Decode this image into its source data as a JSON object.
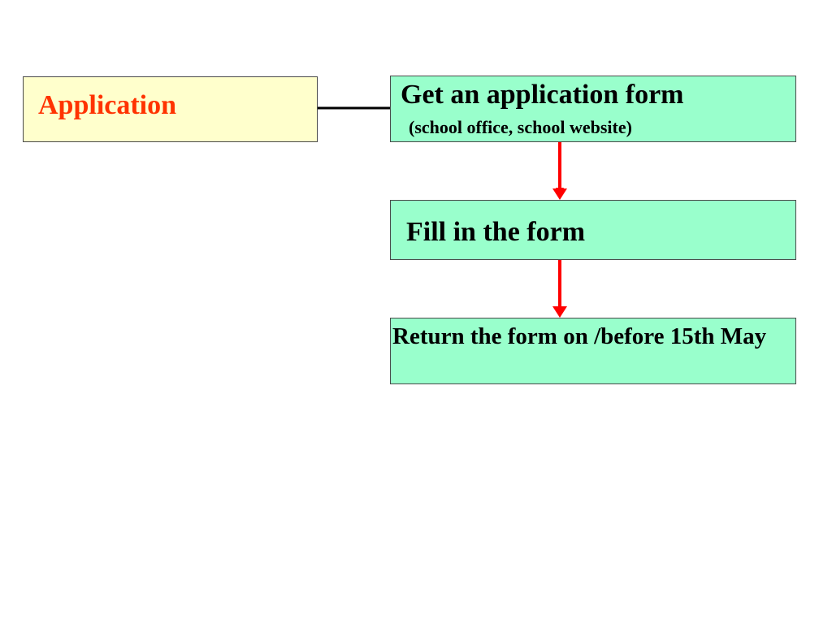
{
  "diagram": {
    "root": {
      "label": "Application"
    },
    "steps": [
      {
        "label": "Get an application form",
        "sublabel": "(school office, school website)"
      },
      {
        "label": "Fill in the form"
      },
      {
        "label": "Return the form on /before 15th May"
      }
    ],
    "colors": {
      "root_fill": "#ffffcc",
      "root_text": "#ff3300",
      "step_fill": "#99ffcc",
      "arrow": "#ff0000",
      "connector": "#000000"
    }
  }
}
